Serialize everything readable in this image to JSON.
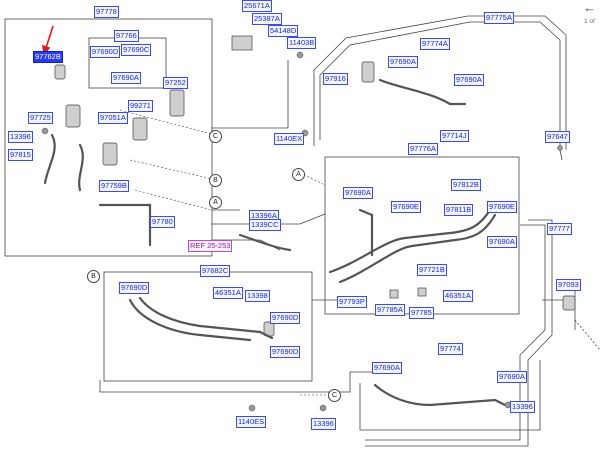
{
  "labels": {
    "l97778": "97778",
    "l25671A": "25671A",
    "l25387A": "25387A",
    "l54148D": "54148D",
    "l11403B": "11403B",
    "l97775A": "97775A",
    "l97766": "97766",
    "l97690D_a": "97690D",
    "l97690C": "97690C",
    "l97762B": "97762B",
    "l97690A_a": "97690A",
    "l97252": "97252",
    "l97774A": "97774A",
    "l97690A_b": "97690A",
    "l97690A_c": "97690A",
    "l97916": "97916",
    "l99271": "99271",
    "l97725": "97725",
    "l97051A": "97051A",
    "l13396_a": "13396",
    "l97815": "97815",
    "l1140EX": "1140EX",
    "l97714J": "97714J",
    "l97647": "97647",
    "l97776A": "97776A",
    "l97759B": "97759B",
    "l97690A_d": "97690A",
    "l97812B": "97812B",
    "l97690E_a": "97690E",
    "l97811B": "97811B",
    "l97690E_b": "97690E",
    "l13396A": "13396A",
    "l1339CC": "1339CC",
    "l97780": "97780",
    "l97777": "97777",
    "lREF": "REF 25-253",
    "l97690A_e": "97690A",
    "l97682C": "97682C",
    "l97721B": "97721B",
    "l97690D_b": "97690D",
    "l46351A_a": "46351A",
    "l13398": "13398",
    "l46351A_b": "46351A",
    "l97093": "97093",
    "l97793P": "97793P",
    "l97785A": "97785A",
    "l97785": "97785",
    "l97690D_c": "97690D",
    "l97690D_d": "97690D",
    "l97774": "97774",
    "l97690A_f": "97690A",
    "l97690A_g": "97690A",
    "l13396_b": "13396",
    "l1140ES": "1140ES",
    "l13396_c": "13396"
  },
  "circles": {
    "a": "A",
    "b": "B",
    "c": "C"
  },
  "corner": {
    "back_icon": "back-arrow-icon",
    "back_glyph": "←",
    "page_text": "1 of"
  },
  "colors": {
    "label_text": "#1a2bd6",
    "label_border": "#3a4cf0",
    "selected": "#2a3cf2",
    "ref": "#9b1fa0",
    "arrow": "#e21b1b"
  }
}
